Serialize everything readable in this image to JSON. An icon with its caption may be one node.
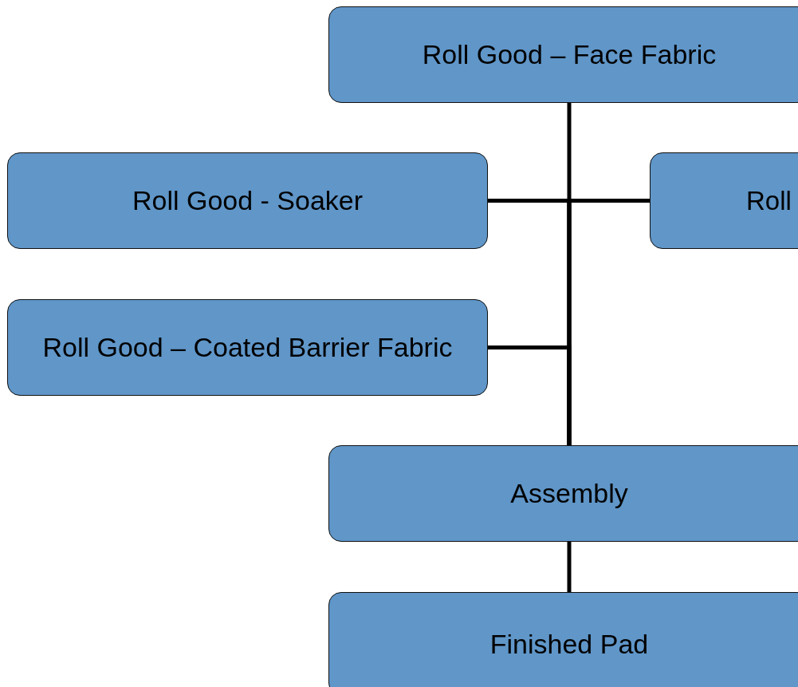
{
  "diagram": {
    "nodes": [
      {
        "text": [
          "Roll Good – Face Fabric"
        ]
      },
      {
        "text": [
          "Roll Good - Soaker"
        ]
      },
      {
        "text": [
          "Roll"
        ]
      },
      {
        "text": [
          "Roll Good – Coated Barrier Fabric"
        ]
      },
      {
        "text": [
          "Assembly"
        ]
      },
      {
        "text": [
          "Finished Pad"
        ]
      }
    ],
    "edges": [
      {
        "from": 0,
        "to": 4,
        "arrow": "none"
      },
      {
        "from": 1,
        "to": 4,
        "arrow": "none"
      },
      {
        "from": 2,
        "to": 4,
        "arrow": "none"
      },
      {
        "from": 3,
        "to": 4,
        "arrow": "none"
      },
      {
        "from": 4,
        "to": 5,
        "arrow": "none"
      }
    ]
  }
}
